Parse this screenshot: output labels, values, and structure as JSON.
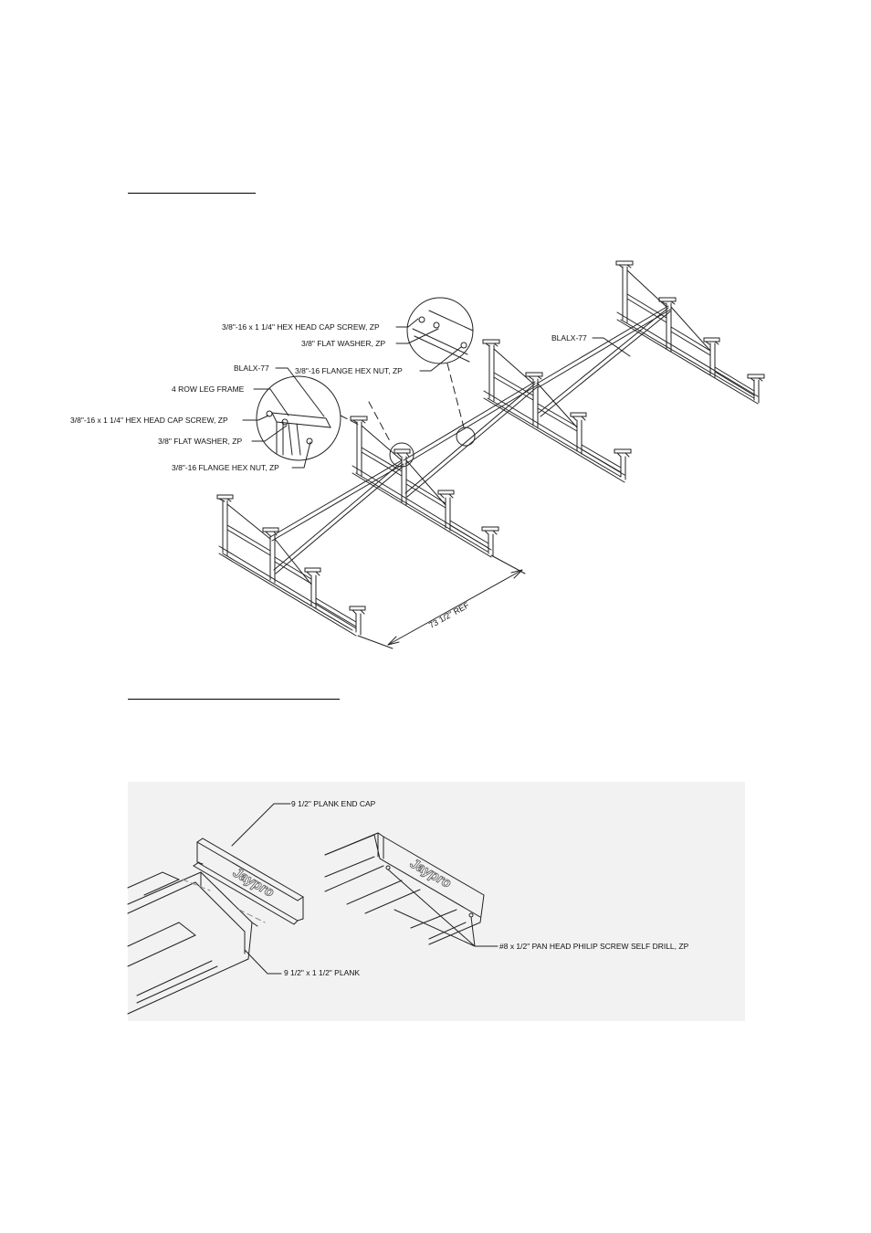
{
  "frame_diagram": {
    "callouts": {
      "cap_screw_top": "3/8\"-16 x 1 1/4\" HEX HEAD CAP SCREW, ZP",
      "flat_washer_top": "3/8\" FLAT WASHER, ZP",
      "flange_nut_top": "3/8\"-16 FLANGE HEX NUT, ZP",
      "blalx_left": "BLALX-77",
      "leg_frame": "4 ROW LEG FRAME",
      "cap_screw_left": "3/8\"-16 x 1 1/4\" HEX HEAD CAP SCREW, ZP",
      "flat_washer_left": "3/8\" FLAT WASHER, ZP",
      "flange_nut_left": "3/8\"-16 FLANGE HEX NUT, ZP",
      "blalx_right": "BLALX-77"
    },
    "dimension": "73 1/2\" REF"
  },
  "plank_diagram": {
    "callouts": {
      "end_cap": "9 1/2\" PLANK END CAP",
      "plank": "9 1/2\" x 1 1/2\" PLANK",
      "screw": "#8 x 1/2\" PAN HEAD PHILIP SCREW SELF DRILL, ZP"
    },
    "logo_text": "Jaypro"
  },
  "colors": {
    "line": "#222222",
    "panel_background": "#f2f2f2"
  }
}
